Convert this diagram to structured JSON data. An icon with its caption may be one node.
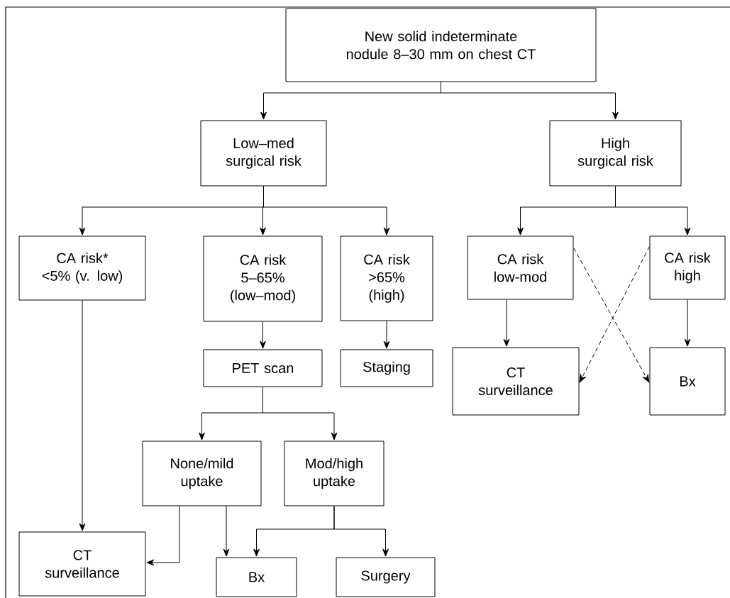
{
  "diagram": {
    "nodes": [
      {
        "text": [
          "New solid indeterminate nodule 8–30 mm on chest CT"
        ]
      },
      {
        "text": [
          "Low–med surgical risk"
        ]
      },
      {
        "text": [
          "High surgical risk"
        ]
      },
      {
        "text": [
          "CA risk* <5% (v. low)"
        ]
      },
      {
        "text": [
          "CA risk 5–65% (low–mod)"
        ]
      },
      {
        "text": [
          "CA risk >65% (high)"
        ]
      },
      {
        "text": [
          "CA risk low-mod"
        ]
      },
      {
        "text": [
          "CA risk high"
        ]
      },
      {
        "text": [
          "PET scan"
        ]
      },
      {
        "text": [
          "Staging"
        ]
      },
      {
        "text": [
          "CT surveillance"
        ]
      },
      {
        "text": [
          "Bx"
        ]
      },
      {
        "text": [
          "None/mild uptake"
        ]
      },
      {
        "text": [
          "Mod/high uptake"
        ]
      },
      {
        "text": [
          "CT surveillance"
        ]
      },
      {
        "text": [
          "Bx"
        ]
      },
      {
        "text": [
          "Surgery"
        ]
      }
    ],
    "edges": [
      {
        "from": 0,
        "to": 1,
        "arrow": "to"
      },
      {
        "from": 0,
        "to": 2,
        "arrow": "to"
      },
      {
        "from": 1,
        "to": 3,
        "arrow": "to"
      },
      {
        "from": 1,
        "to": 4,
        "arrow": "to"
      },
      {
        "from": 1,
        "to": 5,
        "arrow": "to"
      },
      {
        "from": 2,
        "to": 6,
        "arrow": "to"
      },
      {
        "from": 2,
        "to": 7,
        "arrow": "to"
      },
      {
        "from": 3,
        "to": 14,
        "arrow": "to"
      },
      {
        "from": 4,
        "to": 8,
        "arrow": "to"
      },
      {
        "from": 5,
        "to": 9,
        "arrow": "to"
      },
      {
        "from": 6,
        "to": 10,
        "arrow": "to"
      },
      {
        "from": 7,
        "to": 11,
        "arrow": "to"
      },
      {
        "from": 6,
        "to": 11,
        "arrow": "to",
        "style": "dashed"
      },
      {
        "from": 7,
        "to": 10,
        "arrow": "to",
        "style": "dashed"
      },
      {
        "from": 8,
        "to": 12,
        "arrow": "to"
      },
      {
        "from": 8,
        "to": 13,
        "arrow": "to"
      },
      {
        "from": 12,
        "to": 14,
        "arrow": "to"
      },
      {
        "from": 12,
        "to": 15,
        "arrow": "to"
      },
      {
        "from": 13,
        "to": 15,
        "arrow": "to"
      },
      {
        "from": 13,
        "to": 16,
        "arrow": "to"
      }
    ]
  }
}
